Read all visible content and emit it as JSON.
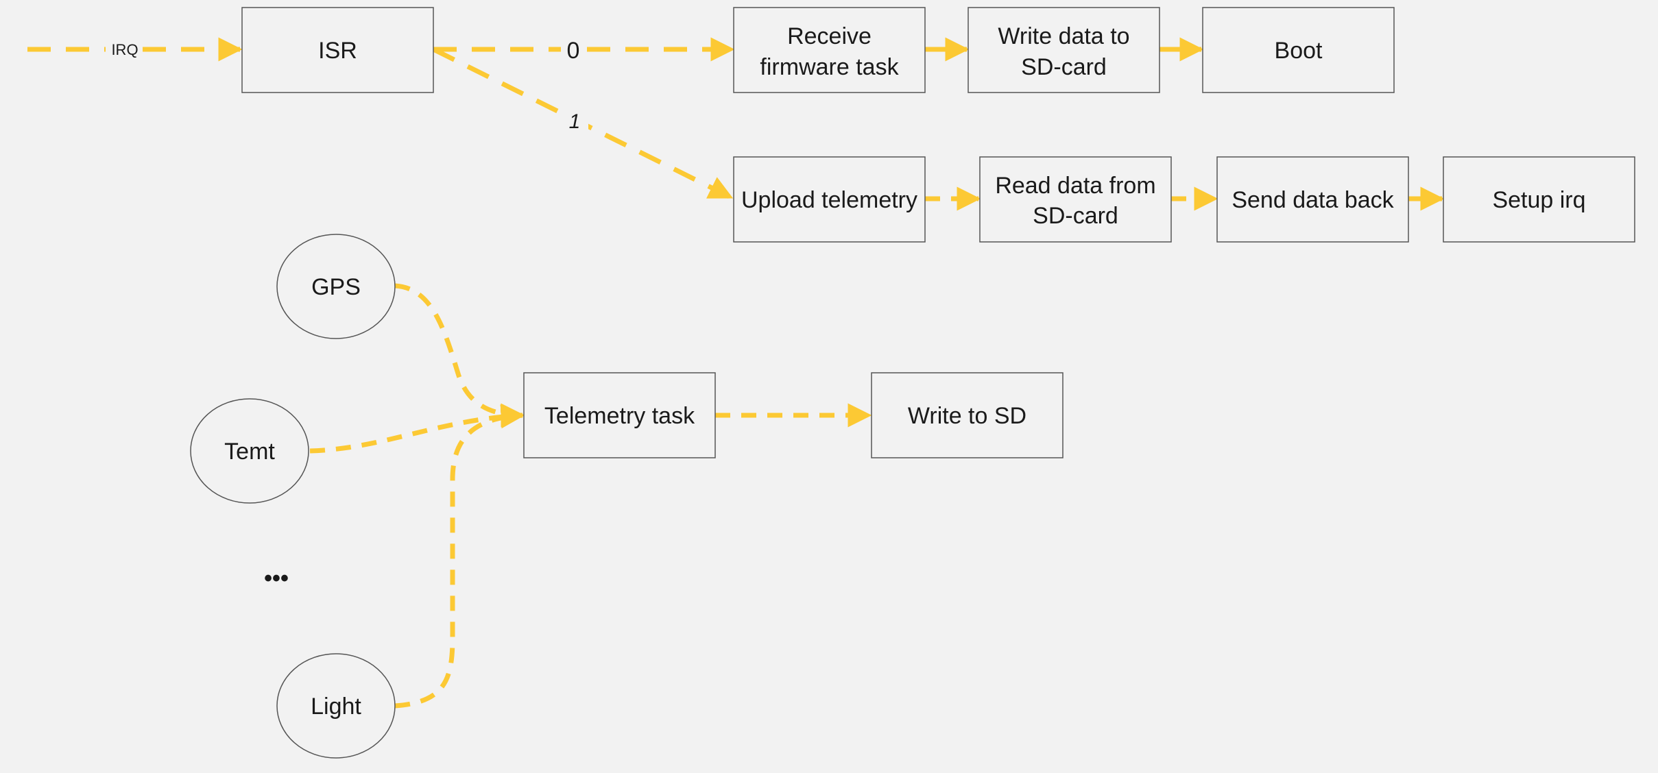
{
  "colors": {
    "background": "#f2f2f2",
    "edge": "#fcc934",
    "node_stroke": "#555555",
    "text": "#1a1a1a"
  },
  "nodes": {
    "isr": "ISR",
    "receive_firmware": [
      "Receive",
      "firmware task"
    ],
    "write_sd_card": [
      "Write data to",
      "SD-card"
    ],
    "boot": "Boot",
    "upload_telemetry": "Upload telemetry",
    "read_sd_card": [
      "Read data from",
      "SD-card"
    ],
    "send_data_back": "Send data back",
    "setup_irq": "Setup irq",
    "gps": "GPS",
    "temt": "Temt",
    "light": "Light",
    "telemetry_task": "Telemetry task",
    "write_to_sd": "Write to SD"
  },
  "edges": {
    "irq_label": "IRQ",
    "branch_zero": "0",
    "branch_one": "1"
  },
  "ellipsis": "•••"
}
